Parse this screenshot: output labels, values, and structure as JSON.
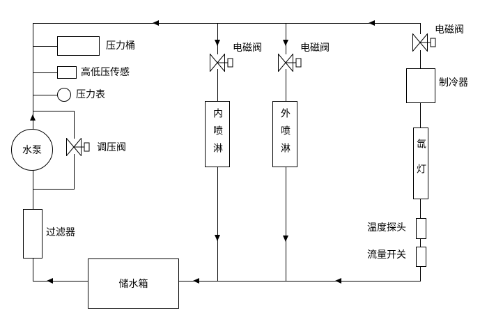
{
  "diagram": {
    "background_color": "#ffffff",
    "line_color": "#000000",
    "labels": {
      "pressure_tank": "压力桶",
      "high_low_pressure_sensor": "高低压传感",
      "pressure_gauge": "压力表",
      "regulating_valve": "调压阀",
      "water_pump": "水泵",
      "filter": "过滤器",
      "storage_tank": "储水箱",
      "solenoid_valve_inner": "电磁阀",
      "solenoid_valve_outer": "电磁阀",
      "solenoid_valve_right": "电磁阀",
      "inner_spray": "内喷淋",
      "outer_spray": "外喷淋",
      "cooler": "制冷器",
      "xenon_lamp": "氙灯",
      "temperature_probe": "温度探头",
      "flow_switch": "流量开关"
    }
  }
}
